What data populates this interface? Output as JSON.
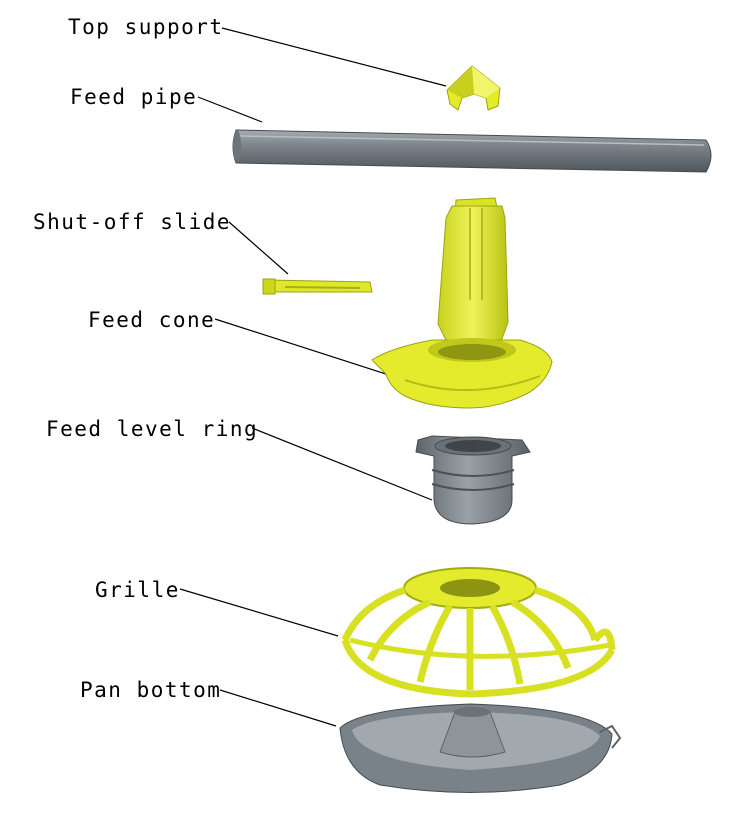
{
  "labels": {
    "top_support": "Top support",
    "feed_pipe": "Feed pipe",
    "shutoff_slide": "Shut-off slide",
    "feed_cone": "Feed cone",
    "feed_level_ring": "Feed level ring",
    "grille": "Grille",
    "pan_bottom": "Pan bottom"
  },
  "colors": {
    "yellow": "#e4ec2c",
    "yellow_dark": "#b8c214",
    "grey": "#7d858c",
    "grey_dark": "#5b6268",
    "grey_light": "#a6adb3"
  }
}
